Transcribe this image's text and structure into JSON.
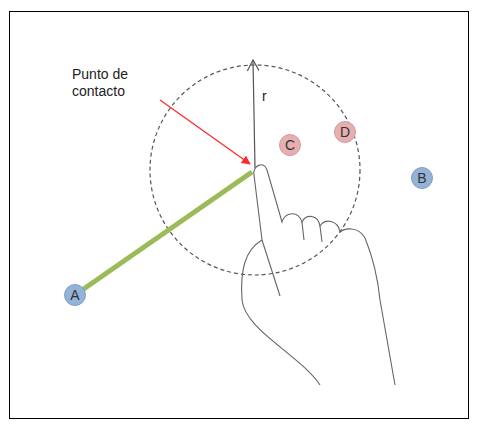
{
  "diagram": {
    "nodes": [
      {
        "text": [
          "C"
        ]
      },
      {
        "text": [
          "D"
        ]
      },
      {
        "text": [
          "B"
        ]
      },
      {
        "text": [
          "A"
        ]
      }
    ],
    "labels": [
      "Punto de contacto",
      "r"
    ]
  }
}
